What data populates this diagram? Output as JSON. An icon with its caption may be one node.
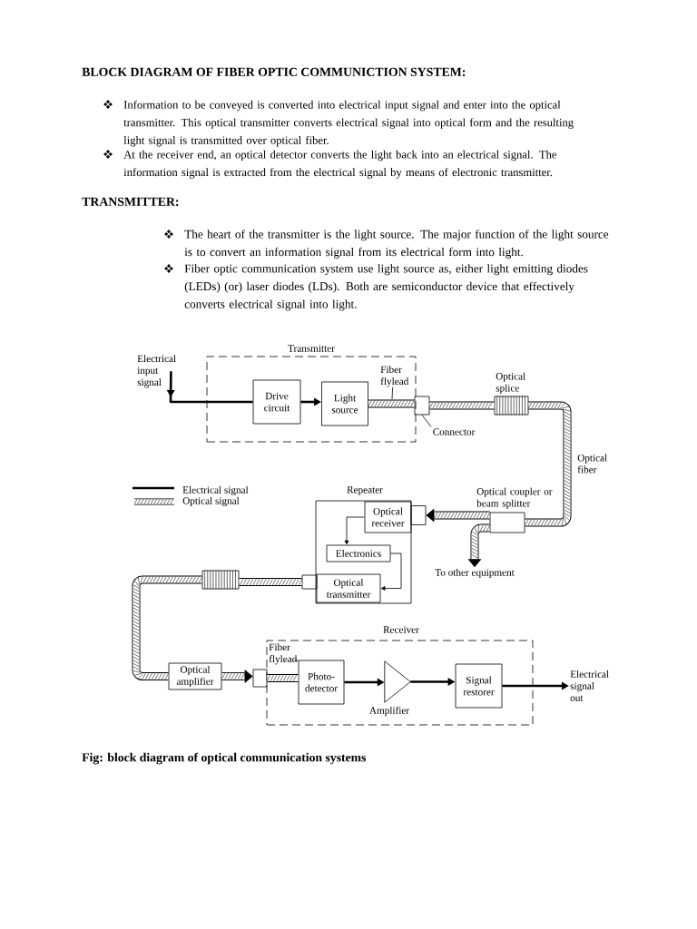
{
  "diagram": {
    "title": "BLOCK DIAGRAM OF FIBER OPTIC COMMUNICTION SYSTEM:",
    "nodes": [
      {
        "text": [
          "Electrical input signal"
        ]
      },
      {
        "text": [
          "Transmitter"
        ]
      },
      {
        "text": [
          "Drive circuit"
        ],
        "in": 1
      },
      {
        "text": [
          "Light source"
        ],
        "in": 1
      },
      {
        "text": [
          "Fiber flylead"
        ],
        "in": 1
      },
      {
        "text": [],
        "shape": "box"
      },
      {
        "text": [
          "Connector"
        ]
      },
      {
        "text": [
          "Optical splice"
        ]
      },
      {
        "text": [
          "Optical coupler or beam splitter"
        ]
      },
      {
        "text": [
          "Repeater"
        ]
      },
      {
        "text": [
          "Optical receiver"
        ],
        "in": 9
      },
      {
        "text": [],
        "shape": "box"
      },
      {
        "text": [
          "Electronics"
        ],
        "in": 9
      },
      {
        "text": [
          "Optical transmitter"
        ],
        "in": 9
      },
      {
        "text": [],
        "shape": "box"
      },
      {
        "text": [
          "To other equipment"
        ]
      },
      {
        "text": [],
        "shape": "box"
      },
      {
        "text": [
          "Optical amplifier"
        ]
      },
      {
        "text": [],
        "shape": "box"
      },
      {
        "text": [
          "Receiver"
        ]
      },
      {
        "text": [
          "Fiber flylead"
        ],
        "in": 19
      },
      {
        "text": [
          "Photo- detector"
        ],
        "in": 19
      },
      {
        "text": [
          "Amplifier"
        ],
        "in": 19
      },
      {
        "text": [
          "Signal restorer"
        ],
        "in": 19
      },
      {
        "text": [
          "Electrical signal out"
        ]
      }
    ],
    "edges": [
      {
        "from": 0,
        "to": 2,
        "arrow": "to"
      },
      {
        "from": 2,
        "to": 3,
        "arrow": "to"
      },
      {
        "from": 3,
        "to": 5,
        "arrow": "none",
        "style": "thick"
      },
      {
        "from": 5,
        "to": 7,
        "arrow": "none",
        "style": "thick"
      },
      {
        "from": 7,
        "to": 8,
        "arrow": "none",
        "style": "thick",
        "label": "Optical fiber"
      },
      {
        "from": 8,
        "to": 11,
        "arrow": "to",
        "style": "thick"
      },
      {
        "from": 8,
        "to": 15,
        "arrow": "to",
        "style": "thick"
      },
      {
        "from": 10,
        "to": 12,
        "arrow": "to"
      },
      {
        "from": 12,
        "to": 13,
        "arrow": "to"
      },
      {
        "from": 14,
        "to": 16,
        "arrow": "none",
        "style": "thick"
      },
      {
        "from": 16,
        "to": 17,
        "arrow": "none",
        "style": "thick"
      },
      {
        "from": 17,
        "to": 18,
        "arrow": "to",
        "style": "thick"
      },
      {
        "from": 18,
        "to": 21,
        "arrow": "none",
        "style": "thick"
      },
      {
        "from": 21,
        "to": 22,
        "arrow": "to"
      },
      {
        "from": 22,
        "to": 23,
        "arrow": "to"
      },
      {
        "from": 23,
        "to": 24,
        "arrow": "to"
      },
      {
        "from": 4,
        "to": null,
        "arrow": "none"
      },
      {
        "from": 6,
        "to": 5,
        "arrow": "none"
      },
      {
        "from": 20,
        "to": null,
        "arrow": "none"
      }
    ],
    "labels": [
      "Information to be conveyed is converted into electrical input signal and enter into the optical transmitter. This optical transmitter converts electrical signal into optical form and the resulting light signal is transmitted over optical fiber.",
      "At the receiver end, an optical detector converts the light back into an electrical signal. The information signal is extracted from the electrical signal by means of electronic transmitter.",
      "TRANSMITTER:",
      "The heart of the transmitter is the light source. The major function of the light source is to convert an information signal from its electrical form into light.",
      "Fiber optic communication system use light source as, either light emitting diodes (LEDs) (or) laser diodes (LDs). Both are semiconductor device that effectively converts electrical signal into light."
    ],
    "legend": [
      {
        "text": "Electrical signal"
      },
      {
        "text": "Optical signal"
      }
    ],
    "caption": "Fig: block diagram of optical communication systems"
  }
}
